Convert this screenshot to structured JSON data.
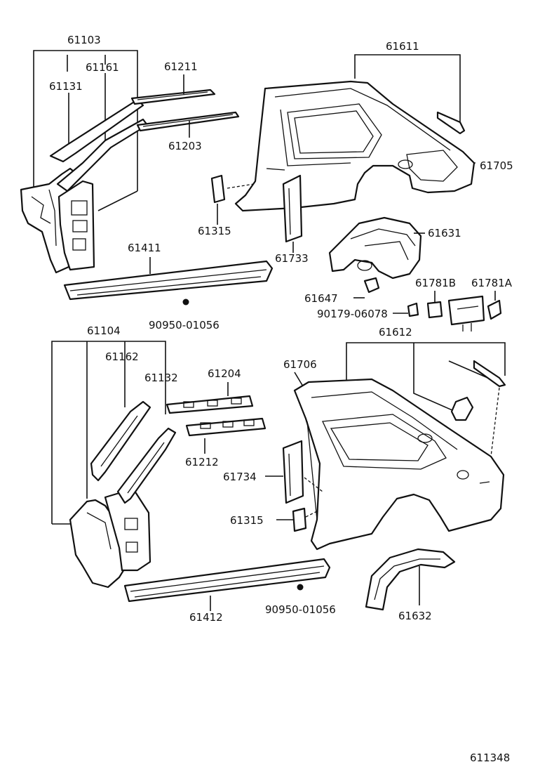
{
  "labels": {
    "p61103": "61103",
    "p61161": "61161",
    "p61131": "61131",
    "p61211": "61211",
    "p61203": "61203",
    "p61611": "61611",
    "p61705": "61705",
    "p61315_top": "61315",
    "p61733": "61733",
    "p61631": "61631",
    "p61411": "61411",
    "p61647": "61647",
    "p61781B": "61781B",
    "p61781A": "61781A",
    "p90179": "90179-06078",
    "p90950_top": "90950-01056",
    "p61104": "61104",
    "p61162": "61162",
    "p61132": "61132",
    "p61204": "61204",
    "p61706": "61706",
    "p61612": "61612",
    "p61212": "61212",
    "p61734": "61734",
    "p61315_bottom": "61315",
    "p61412": "61412",
    "p90950_bottom": "90950-01056",
    "p61632": "61632",
    "diagram_code": "611348"
  }
}
